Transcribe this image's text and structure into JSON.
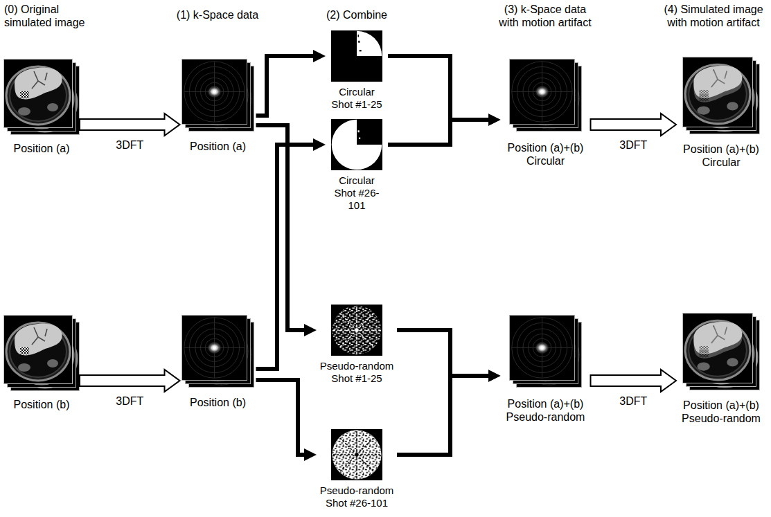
{
  "diagram": {
    "nodes": [
      {
        "text": [
          "Position (a)"
        ]
      },
      {
        "text": [
          "Position (a)"
        ]
      },
      {
        "text": [
          "Circular Shot #1-25"
        ]
      },
      {
        "text": [
          "Circular Shot #26-101"
        ]
      },
      {
        "text": [
          "Position (a)+(b) Circular"
        ]
      },
      {
        "text": [
          "Position (a)+(b) Circular"
        ]
      },
      {
        "text": [
          "Position (b)"
        ]
      },
      {
        "text": [
          "Position (b)"
        ]
      },
      {
        "text": [
          "Pseudo-random Shot #1-25"
        ]
      },
      {
        "text": [
          "Pseudo-random Shot #26-101"
        ]
      },
      {
        "text": [
          "Position (a)+(b) Pseudo-random"
        ]
      },
      {
        "text": [
          "Position (a)+(b) Pseudo-random"
        ]
      }
    ],
    "edges": [
      {
        "from": 0,
        "to": 1,
        "arrow": "to",
        "label": "3DFT"
      },
      {
        "from": 6,
        "to": 7,
        "arrow": "to",
        "label": "3DFT"
      },
      {
        "from": 1,
        "to": 2,
        "arrow": "to"
      },
      {
        "from": 1,
        "to": 8,
        "arrow": "to"
      },
      {
        "from": 7,
        "to": 3,
        "arrow": "to"
      },
      {
        "from": 7,
        "to": 9,
        "arrow": "to"
      },
      {
        "from": 2,
        "to": 4,
        "arrow": "to"
      },
      {
        "from": 3,
        "to": 4,
        "arrow": "to"
      },
      {
        "from": 8,
        "to": 10,
        "arrow": "to"
      },
      {
        "from": 9,
        "to": 10,
        "arrow": "to"
      },
      {
        "from": 4,
        "to": 5,
        "arrow": "to",
        "label": "3DFT"
      },
      {
        "from": 10,
        "to": 11,
        "arrow": "to",
        "label": "3DFT"
      }
    ],
    "labels": [
      "(0) Original simulated image",
      "(1) k-Space data",
      "(2) Combine",
      "(3) k-Space data with motion artifact",
      "(4) Simulated image with motion artifact"
    ]
  }
}
